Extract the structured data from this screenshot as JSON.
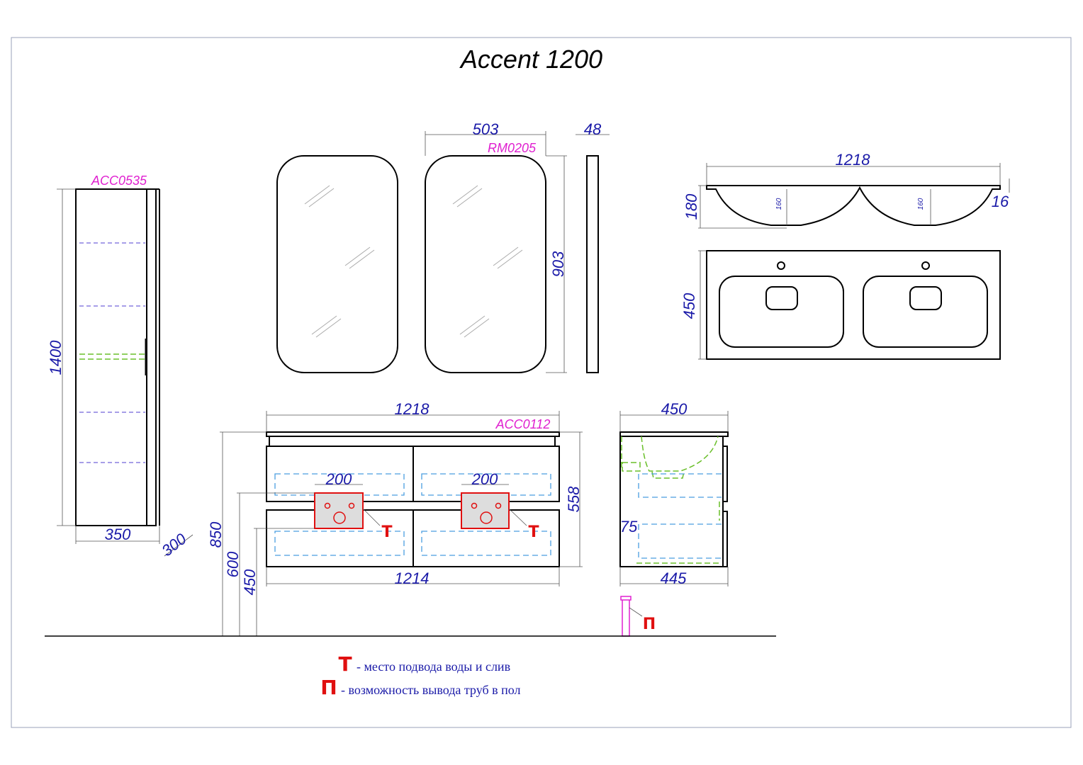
{
  "title": "Accent 1200",
  "colors": {
    "dimension": "#1a1aa8",
    "article": "#e020d0",
    "marker": "#e01010",
    "border": "#999999"
  },
  "cabinet_tall": {
    "article": "ACC0535",
    "height": "1400",
    "width": "350",
    "depth": "300"
  },
  "mirror": {
    "article": "RM0205",
    "width": "503",
    "thickness": "48",
    "height": "903"
  },
  "sink": {
    "width": "1218",
    "height": "180",
    "edge": "16",
    "bowl_depth_left": "160",
    "bowl_depth_right": "160",
    "depth": "450"
  },
  "vanity": {
    "article": "ACC0112",
    "top_width": "1218",
    "body_width": "1214",
    "height": "558",
    "zone_left": "200",
    "zone_right": "200",
    "mark_left": "Т",
    "mark_right": "Т",
    "mount_850": "850",
    "mount_600": "600",
    "mount_450": "450"
  },
  "vanity_side": {
    "top_depth": "450",
    "body_depth": "445",
    "offset": "75",
    "floor_mark": "П"
  },
  "legend": [
    {
      "symbol": "Т",
      "text": "- место подвода воды и слив"
    },
    {
      "symbol": "П",
      "text": "- возможность вывода труб в пол"
    }
  ]
}
